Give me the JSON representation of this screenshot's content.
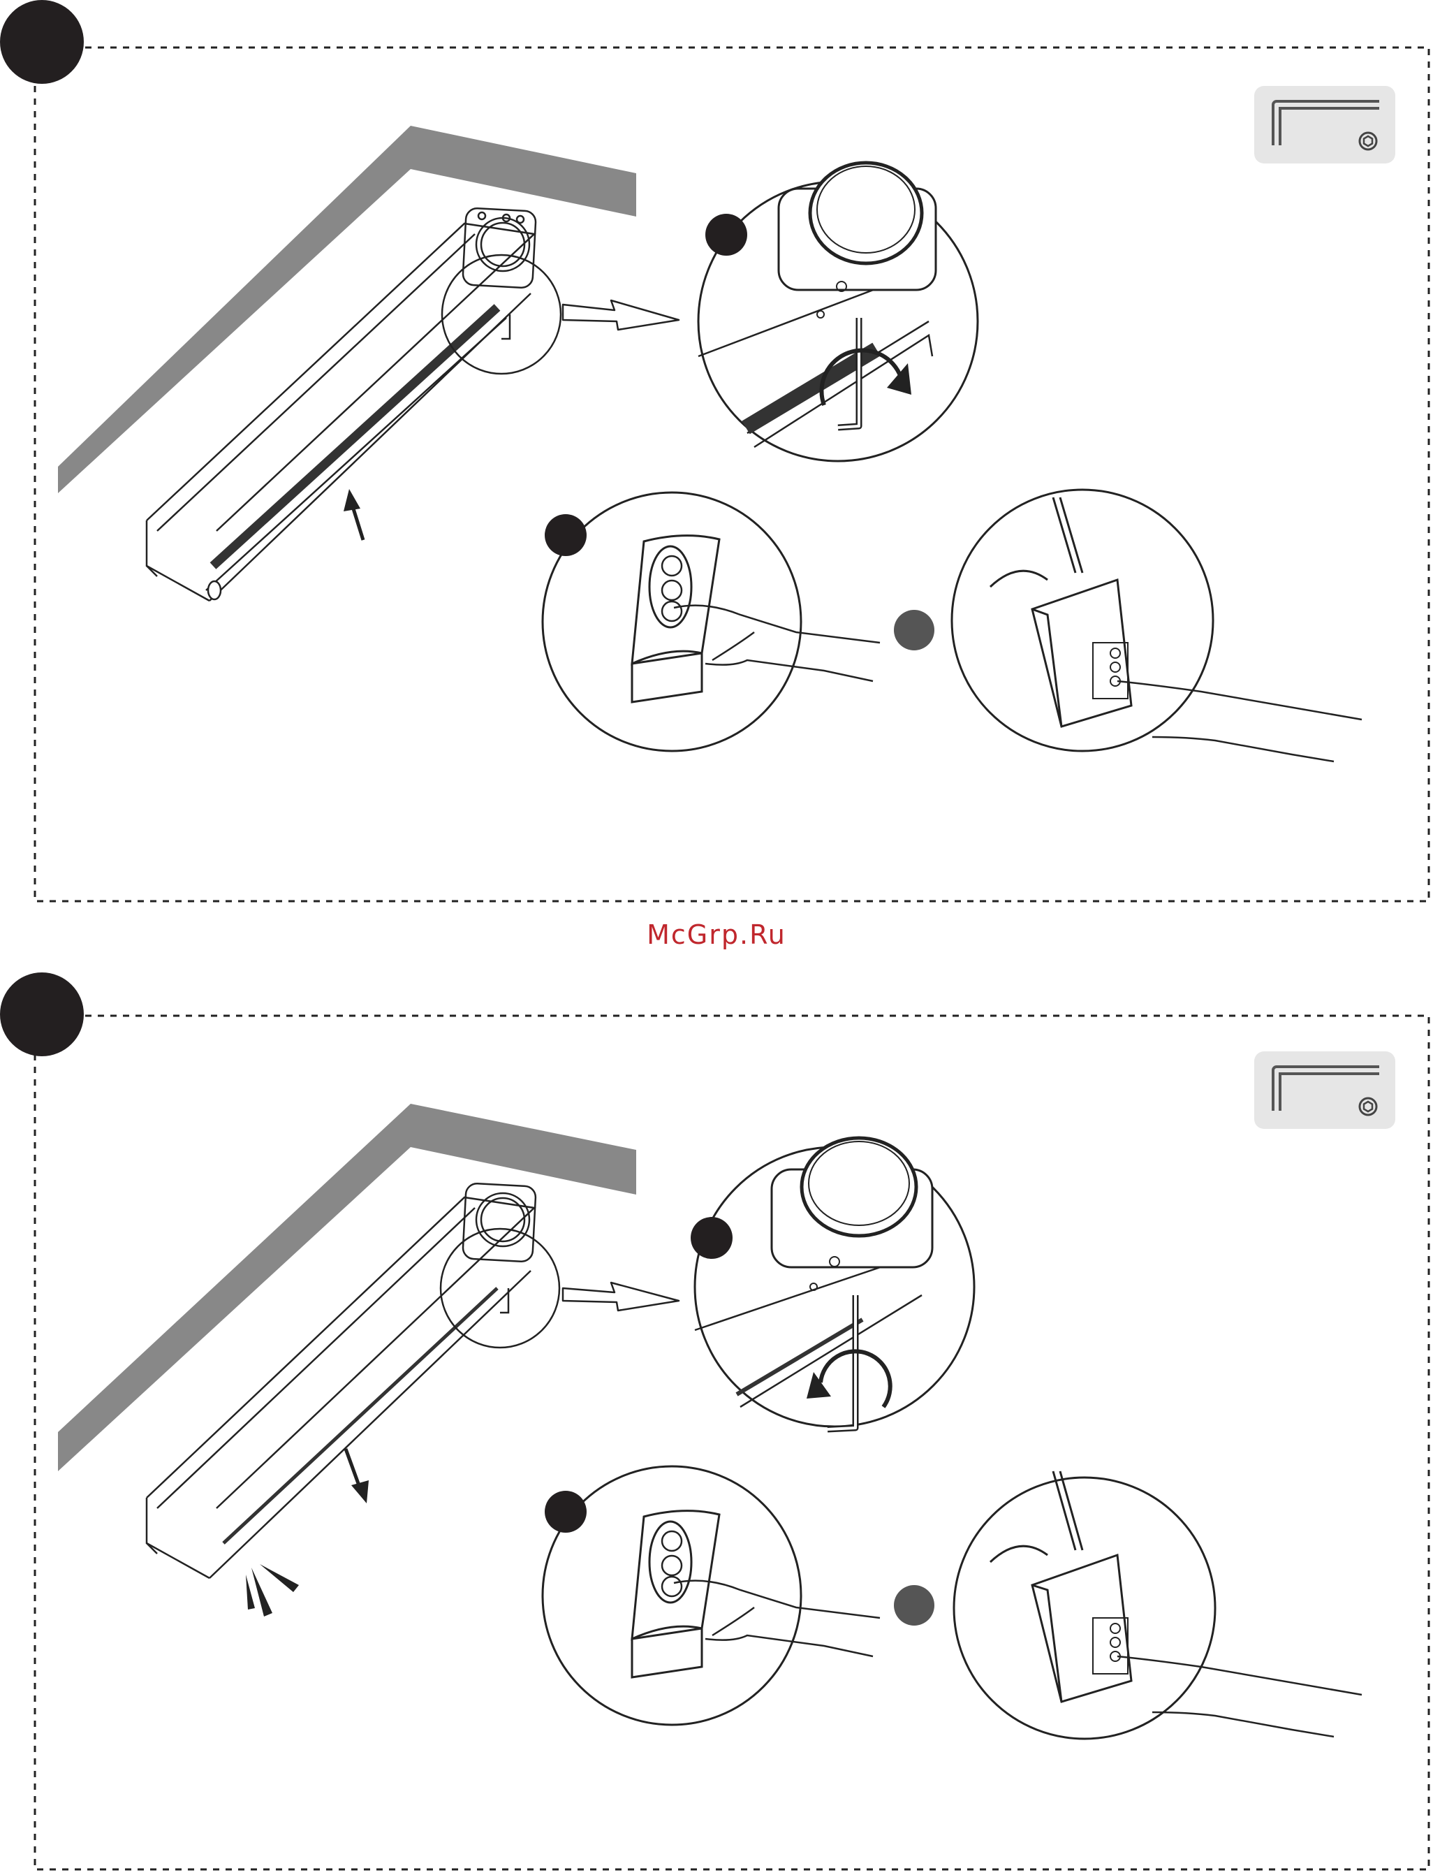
{
  "watermark": {
    "text": "McGrp.Ru",
    "color": "#c0272d"
  },
  "colors": {
    "ceiling": "#888888",
    "ink": "#222222",
    "step_marker": "#231f20",
    "cross_marker": "#555555",
    "tool_badge_bg": "#e6e6e6",
    "screen_fabric": "#333333"
  },
  "panels": [
    {
      "id": "retract",
      "tool": "hex-key-icon",
      "screen_state": "retracted",
      "motion_arrow": "up",
      "rotation": "clockwise"
    },
    {
      "id": "extend",
      "tool": "hex-key-icon",
      "screen_state": "extended",
      "motion_arrow": "down",
      "rotation": "counterclockwise"
    }
  ]
}
